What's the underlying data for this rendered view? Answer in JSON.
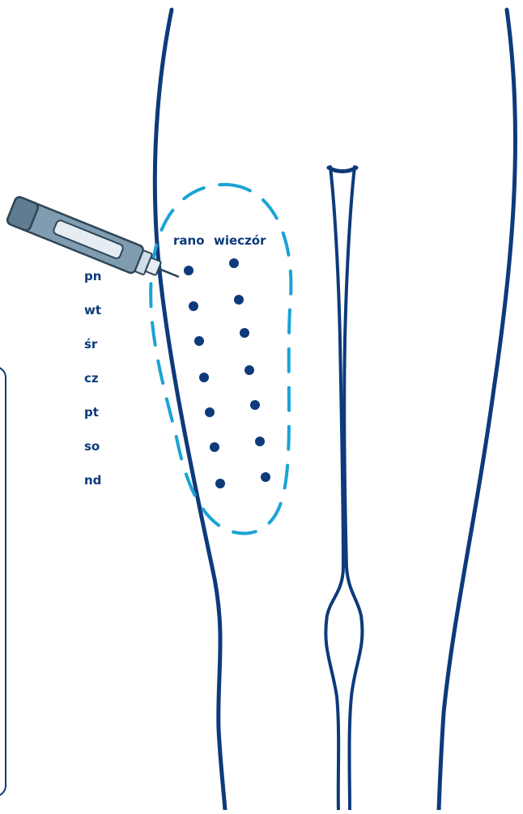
{
  "columns": {
    "morning": "rano",
    "evening": "wieczór"
  },
  "days": [
    "pn",
    "wt",
    "śr",
    "cz",
    "pt",
    "so",
    "nd"
  ],
  "colors": {
    "outline": "#0d3a7a",
    "zone": "#1aa3d6",
    "dot": "#0d3a7a",
    "pen_body": "#7f9cb0",
    "pen_dark": "#2f4556",
    "pen_light": "#e6edf2",
    "pen_cap": "#cfdde7"
  }
}
